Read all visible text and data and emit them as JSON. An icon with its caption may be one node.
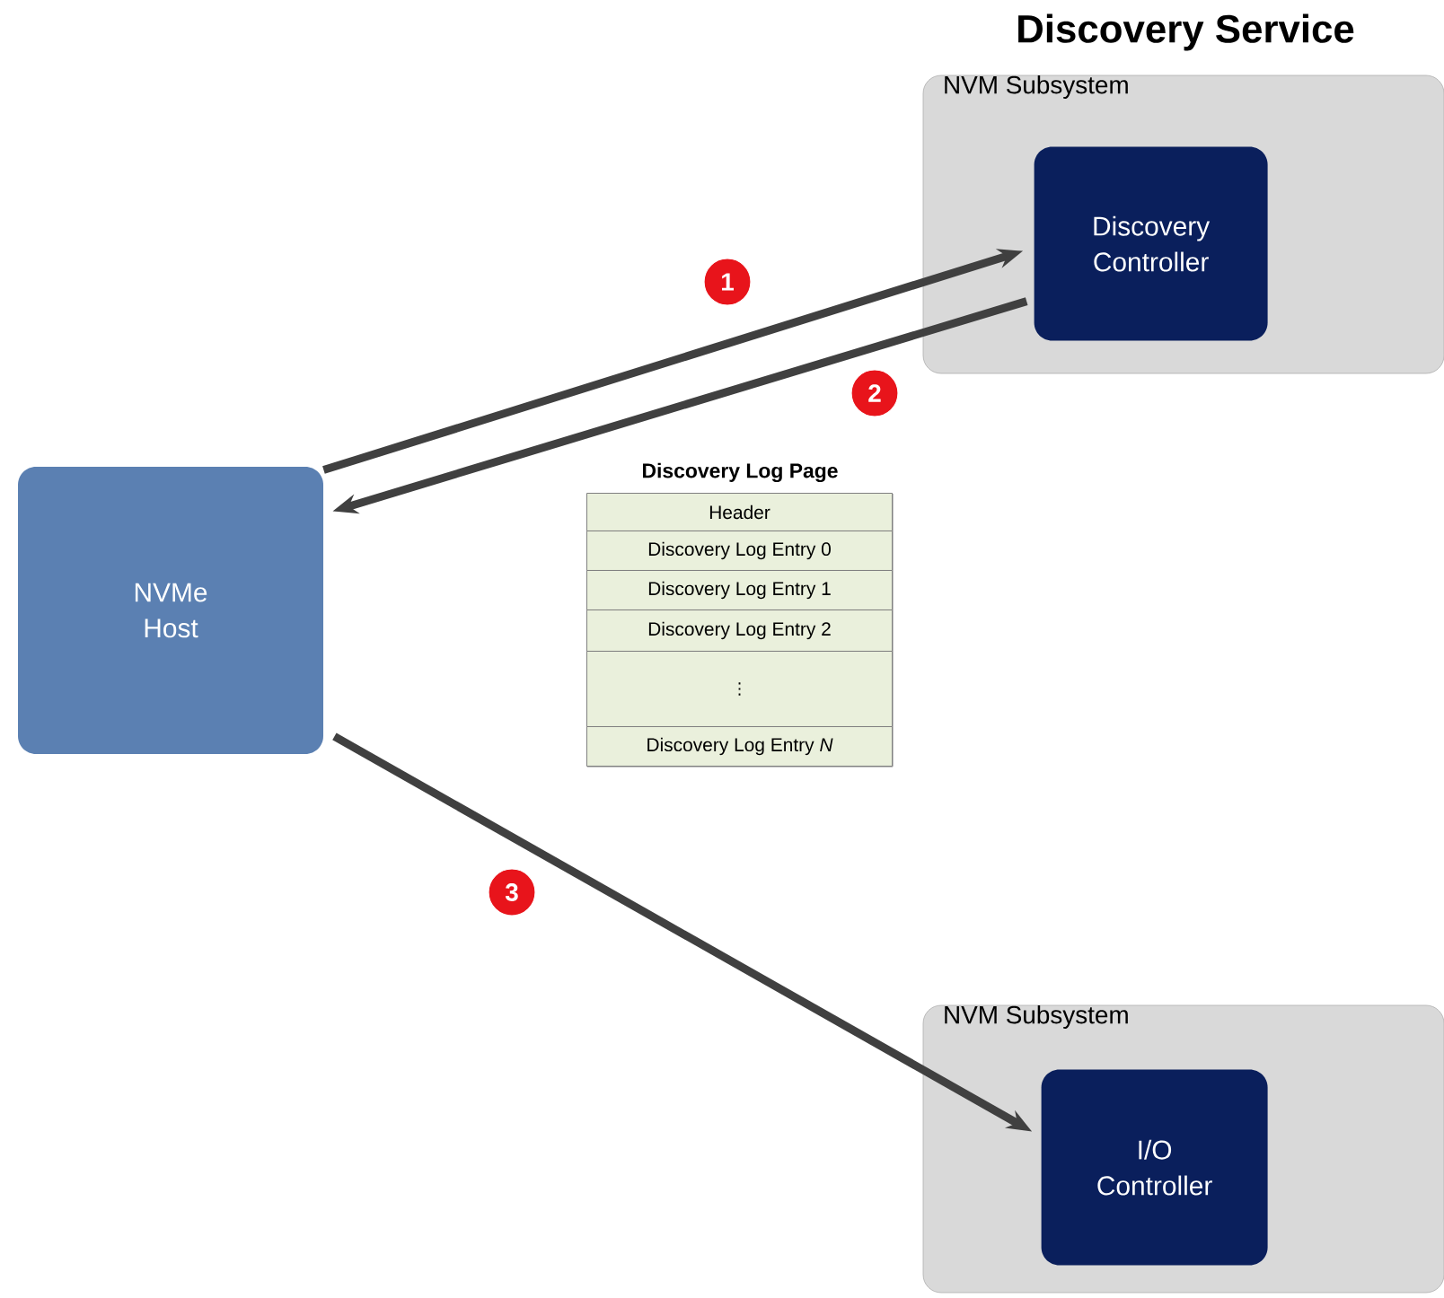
{
  "diagram": {
    "title": "Discovery Service",
    "nodes": [
      {
        "text": [
          "NVM Subsystem"
        ]
      },
      {
        "text": [
          "Discovery Controller"
        ],
        "in": 0
      },
      {
        "text": [
          "NVMe Host"
        ]
      },
      {
        "text": [
          "Discovery Log Page"
        ]
      },
      {
        "text": [
          "Header"
        ],
        "in": 3
      },
      {
        "text": [
          "Discovery Log Entry 0"
        ],
        "in": 3
      },
      {
        "text": [
          "Discovery Log Entry 1"
        ],
        "in": 3
      },
      {
        "text": [
          "Discovery Log Entry 2"
        ],
        "in": 3
      },
      {
        "text": [
          "⋮"
        ],
        "in": 3
      },
      {
        "text": [
          "Discovery Log Entry *N*"
        ],
        "in": 3
      },
      {
        "text": [
          "NVM Subsystem"
        ]
      },
      {
        "text": [
          "I/O Controller"
        ],
        "in": 10
      }
    ],
    "edges": [
      {
        "from": 2,
        "to": 1,
        "arrow": "to",
        "label": "1"
      },
      {
        "from": 1,
        "to": 2,
        "arrow": "to",
        "label": "2"
      },
      {
        "from": 2,
        "to": 11,
        "arrow": "to",
        "label": "3"
      }
    ]
  }
}
